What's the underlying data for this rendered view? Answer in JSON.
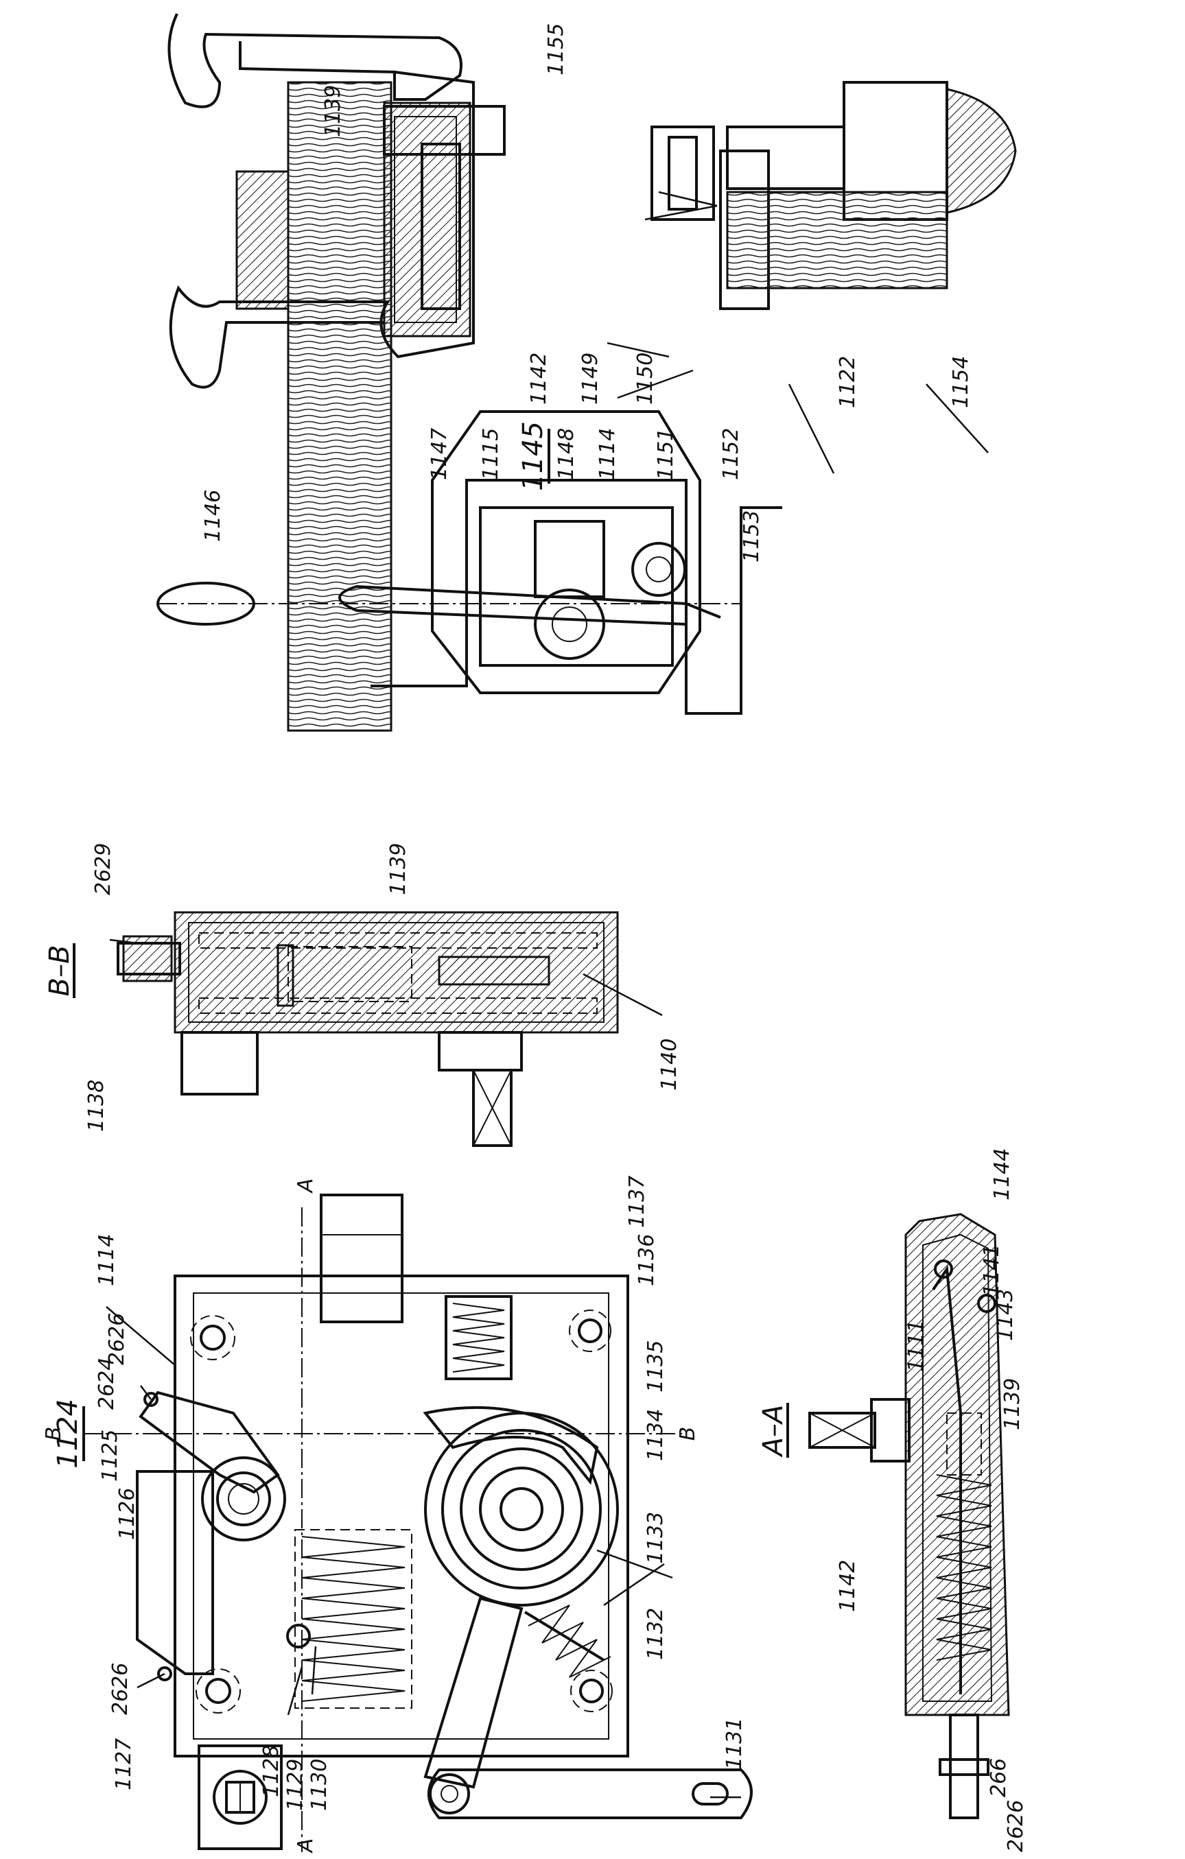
{
  "views": {
    "mechanism": {
      "title": "1124"
    },
    "section_bb": {
      "title": "B–B"
    },
    "section_aa": {
      "title": "A–A"
    },
    "handle_lock": {
      "title": "1145"
    }
  },
  "section_marks": {
    "a_top": "A",
    "a_bottom": "A",
    "b_left": "B",
    "b_right": "B"
  },
  "callouts": [
    {
      "text": "1114"
    },
    {
      "text": "2626"
    },
    {
      "text": "2624"
    },
    {
      "text": "1125"
    },
    {
      "text": "1126"
    },
    {
      "text": "2626"
    },
    {
      "text": "1127"
    },
    {
      "text": "1128"
    },
    {
      "text": "1129"
    },
    {
      "text": "1130"
    },
    {
      "text": "1131"
    },
    {
      "text": "1132"
    },
    {
      "text": "1133"
    },
    {
      "text": "1134"
    },
    {
      "text": "1135"
    },
    {
      "text": "1136"
    },
    {
      "text": "1137"
    },
    {
      "text": "2629"
    },
    {
      "text": "1139"
    },
    {
      "text": "1138"
    },
    {
      "text": "1140"
    },
    {
      "text": "1144"
    },
    {
      "text": "1141"
    },
    {
      "text": "1143"
    },
    {
      "text": "1111"
    },
    {
      "text": "1139"
    },
    {
      "text": "1142"
    },
    {
      "text": "266"
    },
    {
      "text": "2626"
    },
    {
      "text": "1155"
    },
    {
      "text": "1139"
    },
    {
      "text": "1142"
    },
    {
      "text": "1149"
    },
    {
      "text": "1150"
    },
    {
      "text": "1122"
    },
    {
      "text": "1154"
    },
    {
      "text": "1146"
    },
    {
      "text": "1147"
    },
    {
      "text": "1115"
    },
    {
      "text": "1148"
    },
    {
      "text": "1114"
    },
    {
      "text": "1151"
    },
    {
      "text": "1152"
    },
    {
      "text": "1153"
    }
  ]
}
